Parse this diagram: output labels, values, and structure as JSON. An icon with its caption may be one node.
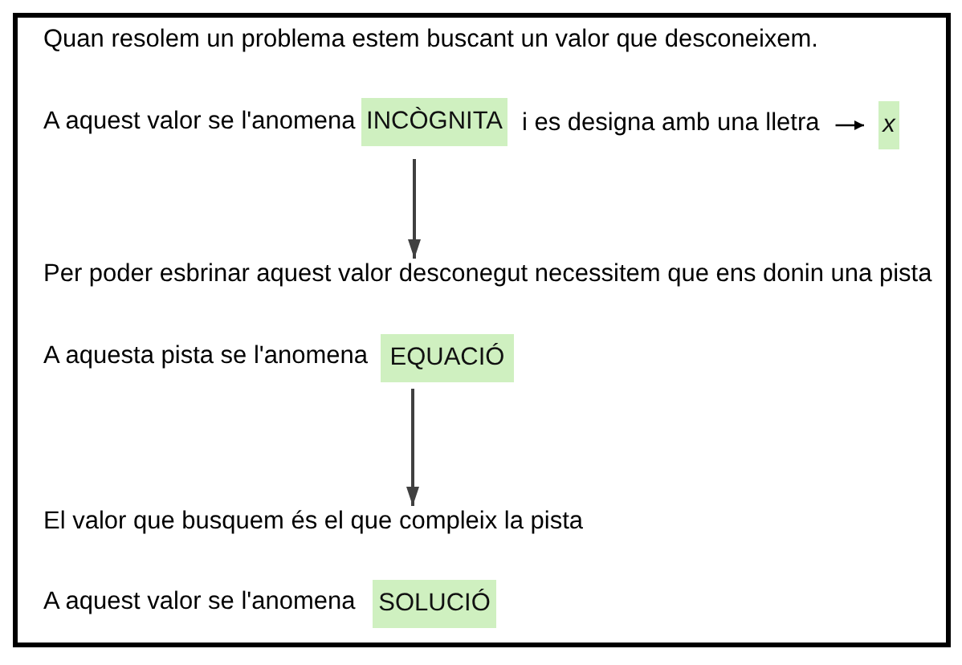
{
  "diagram": {
    "nodes": [
      {
        "text": [],
        "shape": "box"
      },
      {
        "text": [
          "INCÒGNITA"
        ],
        "in": 0,
        "beside": [
          "A aquest valor se l'anomena"
        ]
      },
      {
        "text": [
          "i es designa amb una lletra"
        ],
        "in": 0
      },
      {
        "text": [
          "x"
        ],
        "in": 0
      },
      {
        "text": [
          "Per poder esbrinar aquest valor desconegut necessitem que ens donin una pista"
        ],
        "in": 0
      },
      {
        "text": [
          "EQUACIÓ"
        ],
        "in": 0,
        "beside": [
          "A aquesta pista se l'anomena"
        ]
      },
      {
        "text": [
          "El valor que busquem és el que compleix la pista"
        ],
        "in": 0
      },
      {
        "text": [
          "SOLUCIÓ"
        ],
        "in": 0,
        "beside": [
          "A aquest valor se l'anomena"
        ]
      }
    ],
    "edges": [
      {
        "from": 1,
        "to": 4,
        "arrow": "to"
      },
      {
        "from": 2,
        "to": 3,
        "arrow": "to",
        "color": "#000000"
      },
      {
        "from": 5,
        "to": 6,
        "arrow": "to"
      }
    ],
    "labels": [
      "Quan resolem un problema estem buscant un valor que desconeixem."
    ]
  }
}
